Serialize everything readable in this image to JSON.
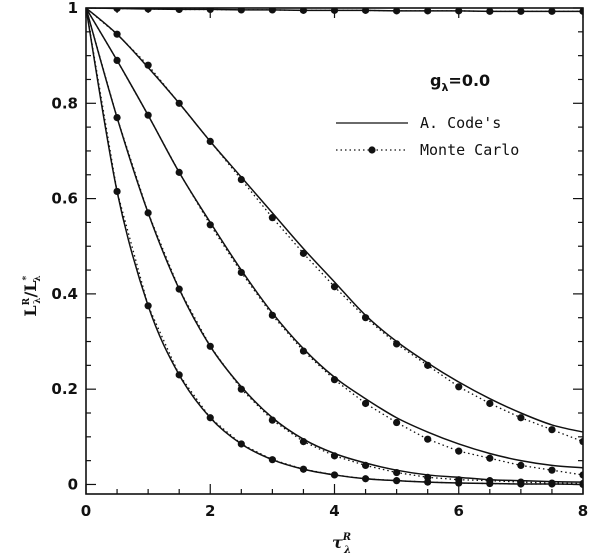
{
  "chart_data": {
    "type": "line",
    "title": "",
    "annotation": {
      "text": "g",
      "subscript": "λ",
      "rest": "=0.0"
    },
    "xlabel": {
      "base": "τ",
      "sup": "R",
      "sub": "λ"
    },
    "ylabel": {
      "l1": "L",
      "s1": "R",
      "b1": "λ",
      "slash": "/",
      "l2": "L",
      "s2": "*",
      "b2": "λ"
    },
    "xlim": [
      0,
      8
    ],
    "ylim": [
      -0.02,
      1.0
    ],
    "xticks": [
      0,
      2,
      4,
      6,
      8
    ],
    "xtick_labels": [
      "0",
      "2",
      "4",
      "6",
      "8"
    ],
    "yticks": [
      0,
      0.2,
      0.4,
      0.6,
      0.8,
      1
    ],
    "ytick_labels": [
      "0",
      "0.2",
      "0.4",
      "0.6",
      "0.8",
      "1"
    ],
    "grid": false,
    "legend": {
      "position": "top-right",
      "entries": [
        {
          "label": "A. Code's",
          "style": "solid"
        },
        {
          "label": "Monte Carlo",
          "style": "dotted-marker"
        }
      ]
    },
    "x": [
      0,
      0.5,
      1,
      1.5,
      2,
      2.5,
      3,
      3.5,
      4,
      4.5,
      5,
      5.5,
      6,
      6.5,
      7,
      7.5,
      8
    ],
    "series": [
      {
        "model": [
          1,
          0.999,
          0.998,
          0.997,
          0.997,
          0.996,
          0.996,
          0.995,
          0.995,
          0.995,
          0.994,
          0.994,
          0.994,
          0.993,
          0.993,
          0.993,
          0.993
        ],
        "monte_carlo": [
          1,
          0.999,
          0.998,
          0.997,
          0.997,
          0.996,
          0.996,
          0.995,
          0.995,
          0.995,
          0.994,
          0.994,
          0.994,
          0.993,
          0.993,
          0.993,
          0.993
        ]
      },
      {
        "model": [
          1,
          0.945,
          0.875,
          0.8,
          0.72,
          0.645,
          0.57,
          0.495,
          0.425,
          0.355,
          0.3,
          0.255,
          0.215,
          0.18,
          0.15,
          0.125,
          0.11
        ],
        "monte_carlo": [
          1,
          0.945,
          0.88,
          0.8,
          0.72,
          0.64,
          0.56,
          0.485,
          0.415,
          0.35,
          0.295,
          0.25,
          0.205,
          0.17,
          0.14,
          0.115,
          0.09
        ]
      },
      {
        "model": [
          1,
          0.89,
          0.775,
          0.655,
          0.55,
          0.45,
          0.36,
          0.285,
          0.225,
          0.18,
          0.14,
          0.11,
          0.085,
          0.065,
          0.05,
          0.04,
          0.035
        ],
        "monte_carlo": [
          1,
          0.89,
          0.775,
          0.655,
          0.545,
          0.445,
          0.355,
          0.28,
          0.22,
          0.17,
          0.13,
          0.095,
          0.07,
          0.055,
          0.04,
          0.03,
          0.02
        ]
      },
      {
        "model": [
          1,
          0.77,
          0.57,
          0.41,
          0.29,
          0.205,
          0.14,
          0.095,
          0.065,
          0.045,
          0.03,
          0.02,
          0.015,
          0.01,
          0.008,
          0.006,
          0.005
        ],
        "monte_carlo": [
          1,
          0.77,
          0.57,
          0.41,
          0.29,
          0.2,
          0.135,
          0.09,
          0.06,
          0.04,
          0.025,
          0.015,
          0.01,
          0.008,
          0.005,
          0.003,
          0.002
        ]
      },
      {
        "model": [
          1,
          0.615,
          0.375,
          0.23,
          0.14,
          0.085,
          0.052,
          0.032,
          0.02,
          0.012,
          0.008,
          0.005,
          0.003,
          0.002,
          0.001,
          0.001,
          0.0
        ],
        "monte_carlo": [
          1,
          0.615,
          0.375,
          0.23,
          0.14,
          0.085,
          0.052,
          0.032,
          0.02,
          0.012,
          0.008,
          0.005,
          0.003,
          0.002,
          0.001,
          0.001,
          0.0
        ]
      }
    ]
  }
}
